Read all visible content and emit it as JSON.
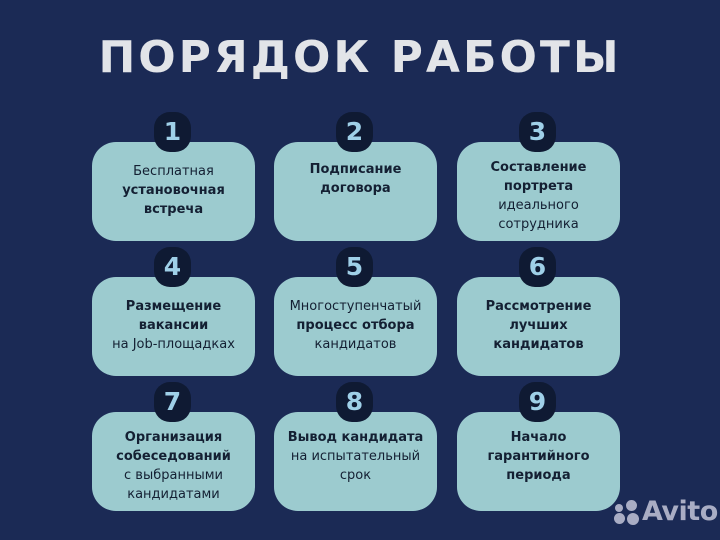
{
  "title": "ПОРЯДОК РАБОТЫ",
  "colors": {
    "background": "#1b2a55",
    "card": "#9ccbcf",
    "badge": "#0f1a33",
    "badge_number": "#9fd0e8",
    "title": "#e2e4e8",
    "text": "#142033"
  },
  "steps": [
    {
      "number": "1",
      "lines": [
        {
          "text": "Бесплатная",
          "bold": false
        },
        {
          "text": "установочная",
          "bold": true
        },
        {
          "text": "встреча",
          "bold": true
        }
      ]
    },
    {
      "number": "2",
      "lines": [
        {
          "text": "Подписание",
          "bold": true
        },
        {
          "text": "договора",
          "bold": true
        },
        {
          "text": "",
          "bold": false
        },
        {
          "text": "",
          "bold": false
        }
      ]
    },
    {
      "number": "3",
      "lines": [
        {
          "text": "Составление",
          "bold": true
        },
        {
          "text": "портрета",
          "bold": true
        },
        {
          "text": "идеального",
          "bold": false
        },
        {
          "text": "сотрудника",
          "bold": false
        }
      ]
    },
    {
      "number": "4",
      "lines": [
        {
          "text": "Размещение",
          "bold": true
        },
        {
          "text": "вакансии",
          "bold": true
        },
        {
          "text": "на Job-площадках",
          "bold": false
        }
      ]
    },
    {
      "number": "5",
      "lines": [
        {
          "text": "Многоступенчатый",
          "bold": false
        },
        {
          "text": "процесс отбора",
          "bold": true
        },
        {
          "text": "кандидатов",
          "bold": false
        }
      ]
    },
    {
      "number": "6",
      "lines": [
        {
          "text": "Рассмотрение",
          "bold": true
        },
        {
          "text": "лучших",
          "bold": true
        },
        {
          "text": "кандидатов",
          "bold": true
        }
      ]
    },
    {
      "number": "7",
      "lines": [
        {
          "text": "Организация",
          "bold": true
        },
        {
          "text": "собеседований",
          "bold": true
        },
        {
          "text": "с выбранными",
          "bold": false
        },
        {
          "text": "кандидатами",
          "bold": false
        }
      ]
    },
    {
      "number": "8",
      "lines": [
        {
          "text": "Вывод кандидата",
          "bold": true
        },
        {
          "text": "на испытательный",
          "bold": false
        },
        {
          "text": "срок",
          "bold": false
        }
      ]
    },
    {
      "number": "9",
      "lines": [
        {
          "text": "Начало",
          "bold": true
        },
        {
          "text": "гарантийного",
          "bold": true
        },
        {
          "text": "периода",
          "bold": true
        }
      ]
    }
  ],
  "watermark": {
    "icon": "avito-dots-icon",
    "text": "Avito"
  }
}
